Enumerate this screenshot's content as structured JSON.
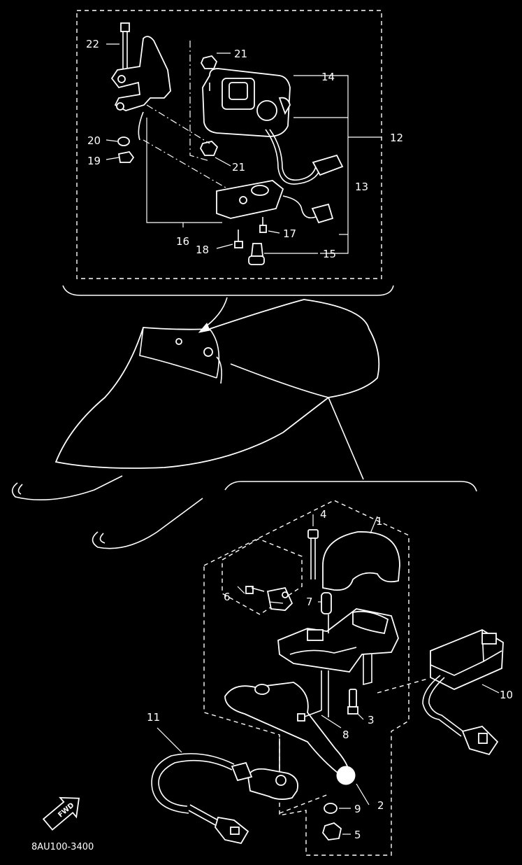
{
  "diagram": {
    "part_numbers": {
      "p1": "1",
      "p2": "2",
      "p3": "3",
      "p4": "4",
      "p5": "5",
      "p6": "6",
      "p7": "7",
      "p8": "8",
      "p9": "9",
      "p10": "10",
      "p11": "11",
      "p12": "12",
      "p13": "13",
      "p14": "14",
      "p15": "15",
      "p16": "16",
      "p17": "17",
      "p18": "18",
      "p19": "19",
      "p20": "20",
      "p21a": "21",
      "p21b": "21",
      "p22": "22"
    },
    "forward_label": "FWD",
    "drawing_code": "8AU100-3400",
    "colors": {
      "background": "#000000",
      "line": "#ffffff"
    }
  }
}
